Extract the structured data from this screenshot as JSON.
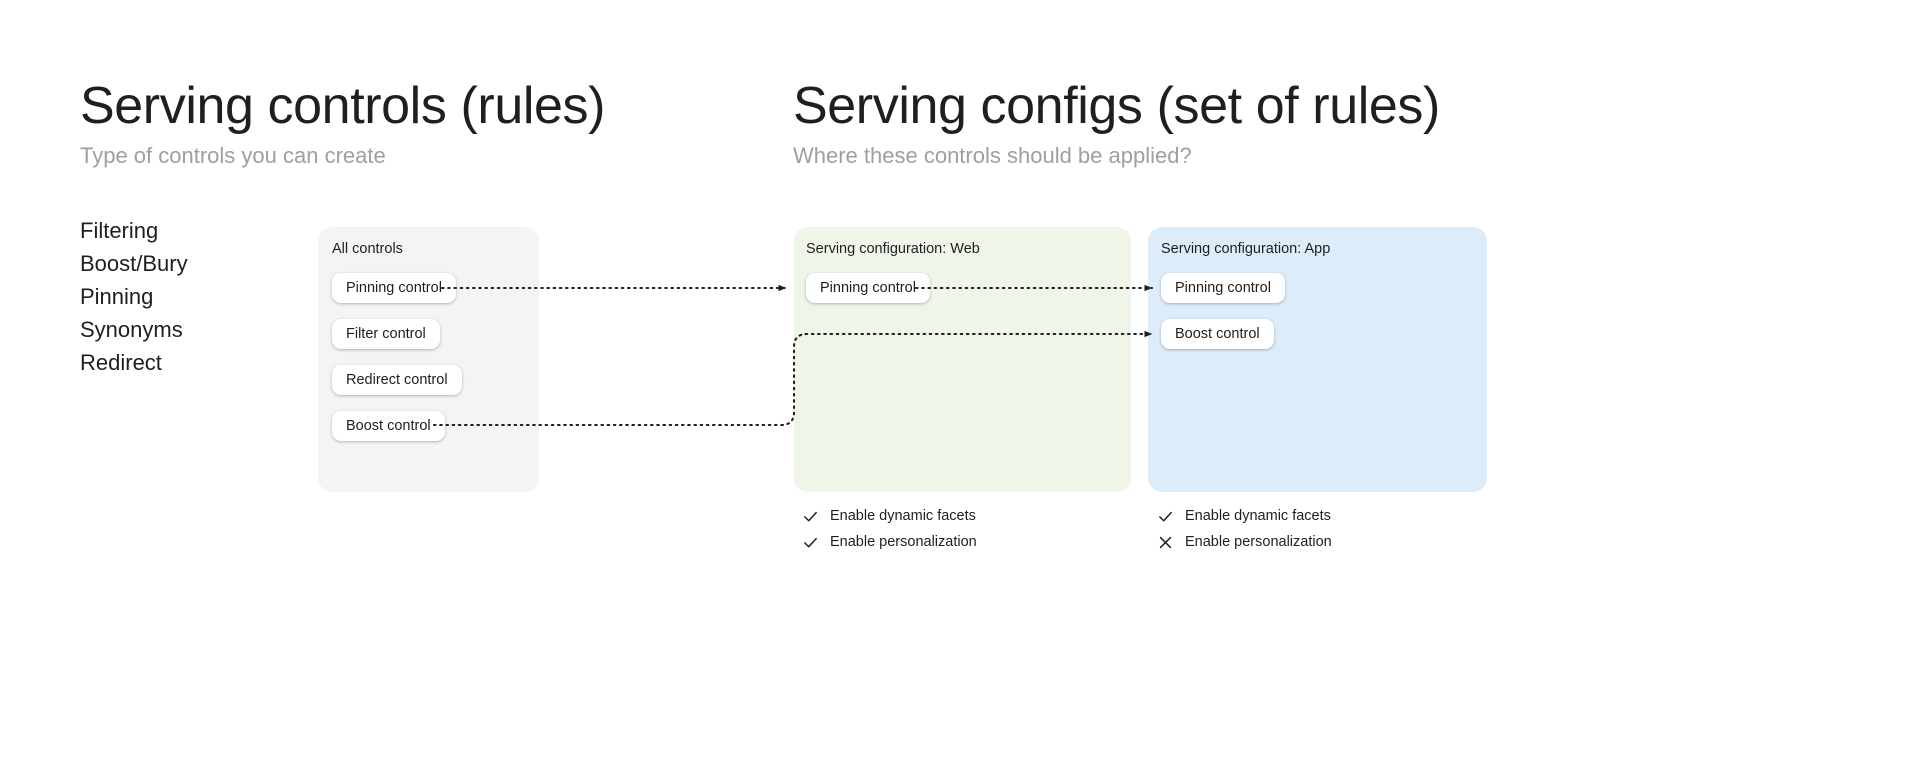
{
  "left": {
    "title": "Serving controls (rules)",
    "subtitle": "Type of controls you can create",
    "control_types": [
      "Filtering",
      "Boost/Bury",
      "Pinning",
      "Synonyms",
      "Redirect"
    ]
  },
  "right": {
    "title": "Serving configs (set of rules)",
    "subtitle": "Where these controls should be applied?"
  },
  "panels": {
    "all_controls": {
      "label": "All controls",
      "background": "#f4f4f4",
      "chips": [
        "Pinning control",
        "Filter control",
        "Redirect control",
        "Boost control"
      ]
    },
    "web_config": {
      "label": "Serving configuration: Web",
      "background": "#eef5e9",
      "chips": [
        "Pinning control"
      ],
      "flags": [
        {
          "icon": "check-icon",
          "label": "Enable dynamic facets",
          "enabled": true
        },
        {
          "icon": "check-icon",
          "label": "Enable personalization",
          "enabled": true
        }
      ]
    },
    "app_config": {
      "label": "Serving configuration: App",
      "background": "#ddecf9",
      "chips": [
        "Pinning control",
        "Boost control"
      ],
      "flags": [
        {
          "icon": "check-icon",
          "label": "Enable dynamic facets",
          "enabled": true
        },
        {
          "icon": "cross-icon",
          "label": "Enable personalization",
          "enabled": false
        }
      ]
    }
  },
  "connectors": [
    {
      "name": "pinning-all-to-web",
      "from": "All controls / Pinning control",
      "to": "Serving configuration: Web / Pinning control",
      "style": "dotted-arrow"
    },
    {
      "name": "pinning-web-to-app",
      "from": "Serving configuration: Web / Pinning control",
      "to": "Serving configuration: App / Pinning control",
      "style": "dotted-arrow"
    },
    {
      "name": "boost-all-to-app",
      "from": "All controls / Boost control",
      "to": "Serving configuration: App / Boost control",
      "style": "dotted-arrow-elbow"
    }
  ],
  "colors": {
    "text": "#1f1f1f",
    "muted": "#9aa0a6",
    "panel_gray": "#f4f4f4",
    "panel_green": "#eef5e9",
    "panel_blue": "#ddecf9",
    "wire": "#1f1f1f"
  }
}
